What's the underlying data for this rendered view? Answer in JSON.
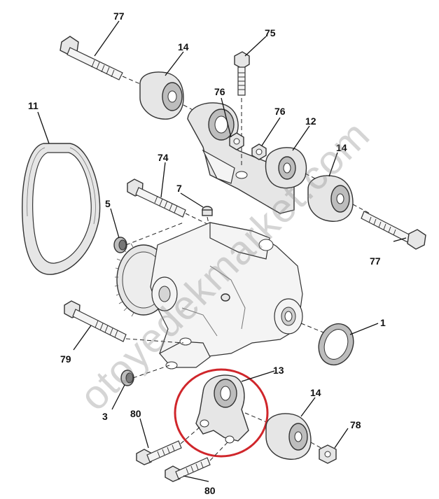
{
  "labels": {
    "l11": "11",
    "l77_top": "77",
    "l14_top": "14",
    "l75": "75",
    "l76_left": "76",
    "l76_right": "76",
    "l12": "12",
    "l14_right": "14",
    "l74": "74",
    "l7": "7",
    "l5": "5",
    "l77_right": "77",
    "l1": "1",
    "l79": "79",
    "l13": "13",
    "l3": "3",
    "l14_bottom": "14",
    "l80_top": "80",
    "l78": "78",
    "l80_bottom": "80"
  },
  "watermark": "otoyedekmarket.com",
  "colors": {
    "highlight_ring": "#d0262b",
    "watermark": "#8a8a8a"
  }
}
